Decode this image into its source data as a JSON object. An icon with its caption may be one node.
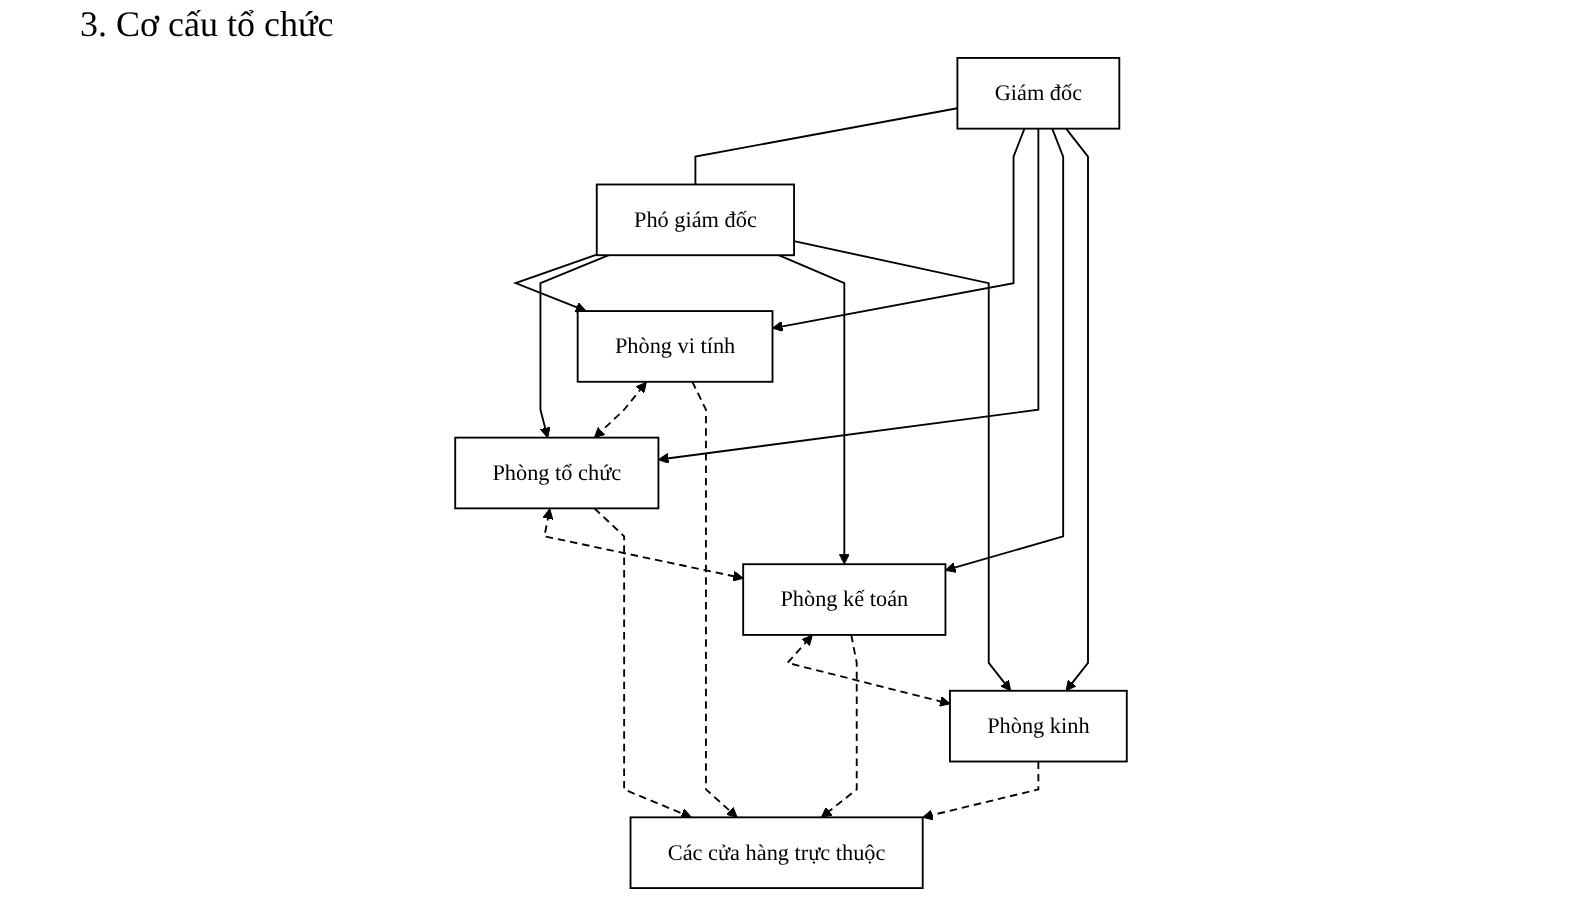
{
  "diagram": {
    "title": "3. Cơ cấu tổ chức",
    "nodes": [
      {
        "text": [
          "Giám đốc"
        ]
      },
      {
        "text": [
          "Phó giám đốc"
        ]
      },
      {
        "text": [
          "Phòng vi tính"
        ]
      },
      {
        "text": [
          "Phòng tổ chức"
        ]
      },
      {
        "text": [
          "Phòng kế toán"
        ]
      },
      {
        "text": [
          "Phòng kinh"
        ]
      },
      {
        "text": [
          "Các cửa hàng trực thuộc"
        ]
      }
    ],
    "edges": [
      {
        "from": 0,
        "to": 1,
        "arrow": "none"
      },
      {
        "from": 0,
        "to": 2,
        "arrow": "to"
      },
      {
        "from": 0,
        "to": 3,
        "arrow": "to"
      },
      {
        "from": 0,
        "to": 4,
        "arrow": "to"
      },
      {
        "from": 0,
        "to": 5,
        "arrow": "to"
      },
      {
        "from": 1,
        "to": 2,
        "arrow": "to"
      },
      {
        "from": 1,
        "to": 3,
        "arrow": "to"
      },
      {
        "from": 1,
        "to": 4,
        "arrow": "to"
      },
      {
        "from": 1,
        "to": 5,
        "arrow": "to"
      },
      {
        "from": 2,
        "to": 3,
        "arrow": "both",
        "style": "dashed"
      },
      {
        "from": 3,
        "to": 4,
        "arrow": "both",
        "style": "dashed"
      },
      {
        "from": 4,
        "to": 5,
        "arrow": "both",
        "style": "dashed"
      },
      {
        "from": 2,
        "to": 6,
        "arrow": "to",
        "style": "dashed"
      },
      {
        "from": 3,
        "to": 6,
        "arrow": "to",
        "style": "dashed"
      },
      {
        "from": 4,
        "to": 6,
        "arrow": "to",
        "style": "dashed"
      },
      {
        "from": 5,
        "to": 6,
        "arrow": "to",
        "style": "dashed"
      }
    ]
  }
}
